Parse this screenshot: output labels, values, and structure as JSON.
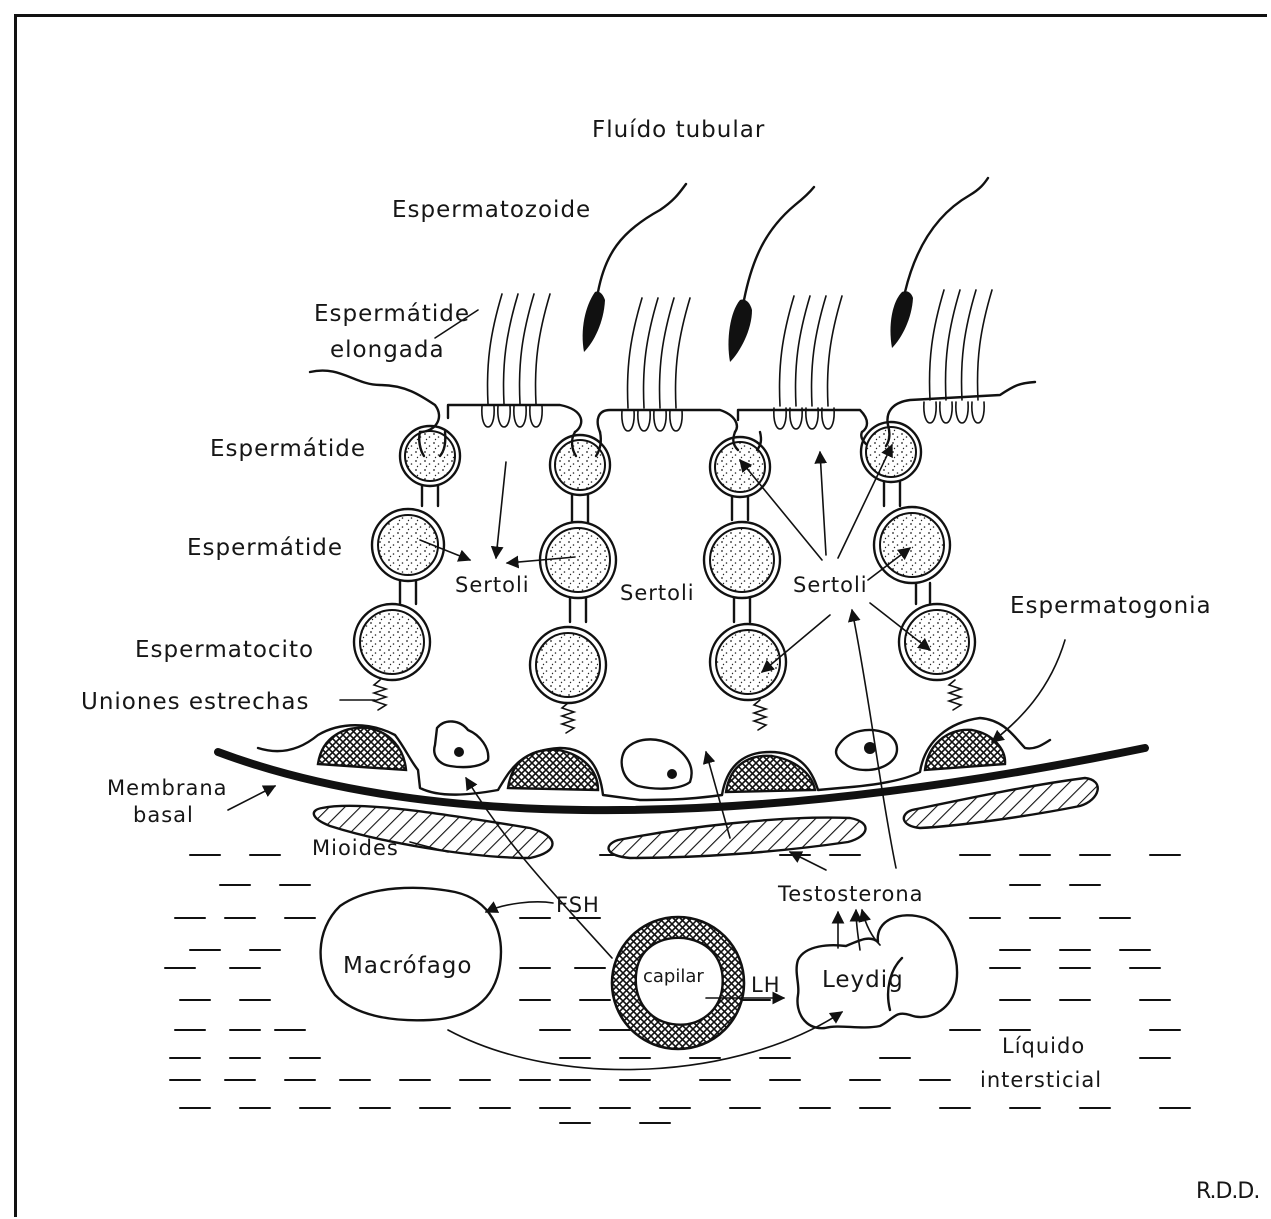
{
  "labels": {
    "fluido_tubular": "Fluído tubular",
    "espermatozoide": "Espermatozoide",
    "espermatide_elongada_1": "Espermátide",
    "espermatide_elongada_2": "elongada",
    "espermatide_1": "Espermátide",
    "espermatide_2": "Espermátide",
    "espermatocito": "Espermatocito",
    "uniones_estrechas": "Uniones estrechas",
    "sertoli_1": "Sertoli",
    "sertoli_2": "Sertoli",
    "sertoli_3": "Sertoli",
    "espermatogonia": "Espermatogonia",
    "membrana_basal_1": "Membrana",
    "membrana_basal_2": "basal",
    "mioides": "Mioides",
    "fsh": "FSH",
    "testosterona": "Testosterona",
    "macrofago": "Macrófago",
    "capilar": "capilar",
    "lh": "LH",
    "leydig": "Leydig",
    "liquido_1": "Líquido",
    "liquido_2": "intersticial",
    "signature": "R.D.D."
  },
  "colors": {
    "ink": "#111111",
    "background": "#ffffff"
  }
}
